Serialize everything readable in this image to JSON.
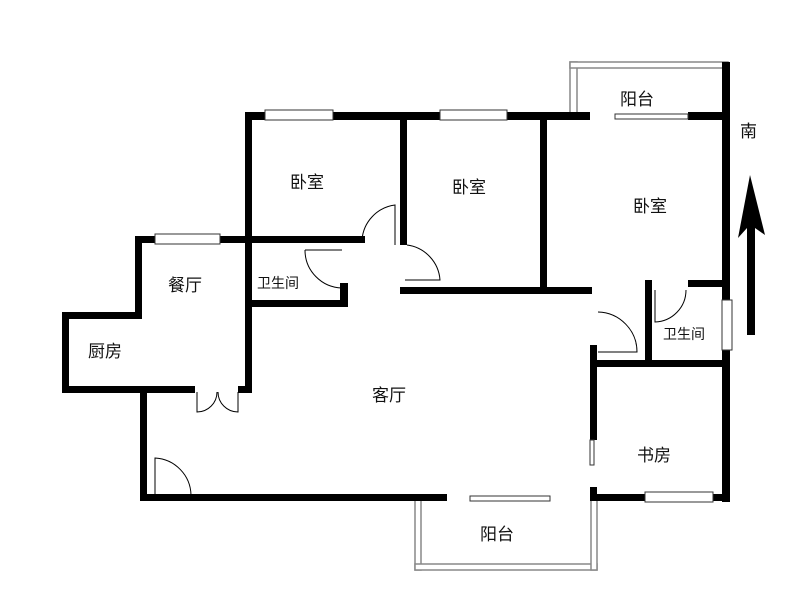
{
  "plan": {
    "rooms": {
      "balcony_top": "阳台",
      "bedroom_1": "卧室",
      "bedroom_2": "卧室",
      "bedroom_3": "卧室",
      "dining": "餐厅",
      "bathroom_1": "卫生间",
      "kitchen": "厨房",
      "living": "客厅",
      "bathroom_2": "卫生间",
      "study": "书房",
      "balcony_bottom": "阳台"
    },
    "orientation": "南",
    "colors": {
      "wall": "#000000",
      "balcony": "#888888"
    }
  }
}
